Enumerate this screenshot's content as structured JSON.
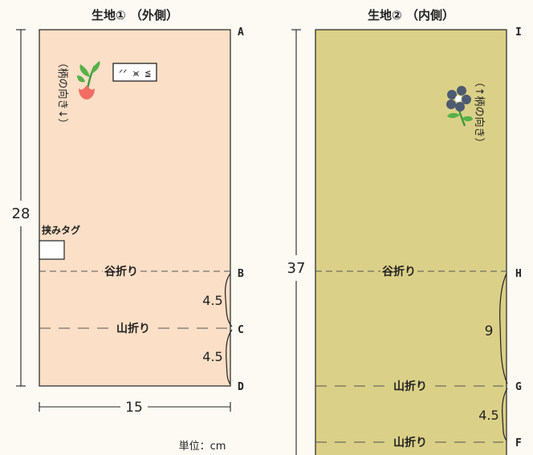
{
  "fabric1": {
    "title": "生地① （外側）",
    "pattern_direction": "（柄の向き↓）",
    "tag_label": "挟みタグ",
    "fold_valley": "谷折り",
    "fold_mountain": "山折り",
    "dim_height": "28",
    "dim_width": "15",
    "dim_bc": "4.5",
    "dim_cd": "4.5",
    "point_a": "A",
    "point_b": "B",
    "point_c": "C",
    "point_d": "D",
    "fill_color": "#fbdfc6",
    "icon": "tulip-icon"
  },
  "fabric2": {
    "title": "生地② （内側）",
    "pattern_direction": "（↑柄の向き）",
    "fold_valley": "谷折り",
    "fold_mountain_1": "山折り",
    "fold_mountain_2": "山折り",
    "dim_height": "37",
    "dim_hg": "9",
    "dim_gf": "4.5",
    "point_i": "I",
    "point_h": "H",
    "point_g": "G",
    "point_f": "F",
    "fill_color": "#dbd088",
    "icon": "flower-icon"
  },
  "unit_label": "単位：cm"
}
